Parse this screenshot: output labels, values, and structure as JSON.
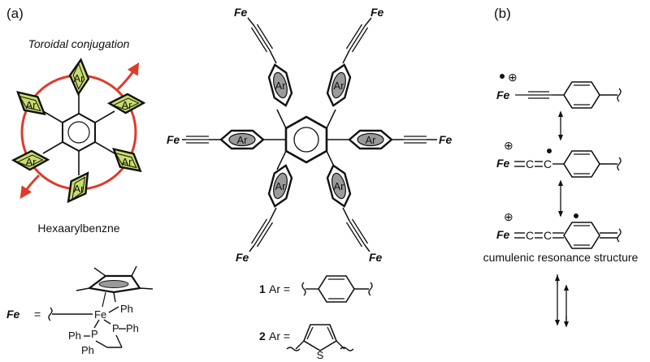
{
  "panels": {
    "a": "(a)",
    "b": "(b)"
  },
  "left": {
    "toroidal_label": "Toroidal conjugation",
    "ar_label": "Ar",
    "caption": "Hexaarylbenzne",
    "colors": {
      "ring": "#e03a2a",
      "ar_fill": "#c9dc6e"
    }
  },
  "center": {
    "fe": "Fe",
    "ar": "Ar",
    "def1_num": "1",
    "def1_text": "Ar =",
    "def2_num": "2",
    "def2_text": "Ar =",
    "sulfur": "S",
    "colors": {
      "ar_fill": "#9a9a9a"
    }
  },
  "fe_def": {
    "fe_left": "Fe",
    "eq": "=",
    "fe_center": "Fe",
    "ph": [
      "Ph",
      "Ph",
      "Ph",
      "Ph"
    ],
    "p": [
      "P",
      "P"
    ]
  },
  "right": {
    "charge": "⊕",
    "fe": "Fe",
    "c": "C",
    "caption": "cumulenic resonance structure"
  }
}
